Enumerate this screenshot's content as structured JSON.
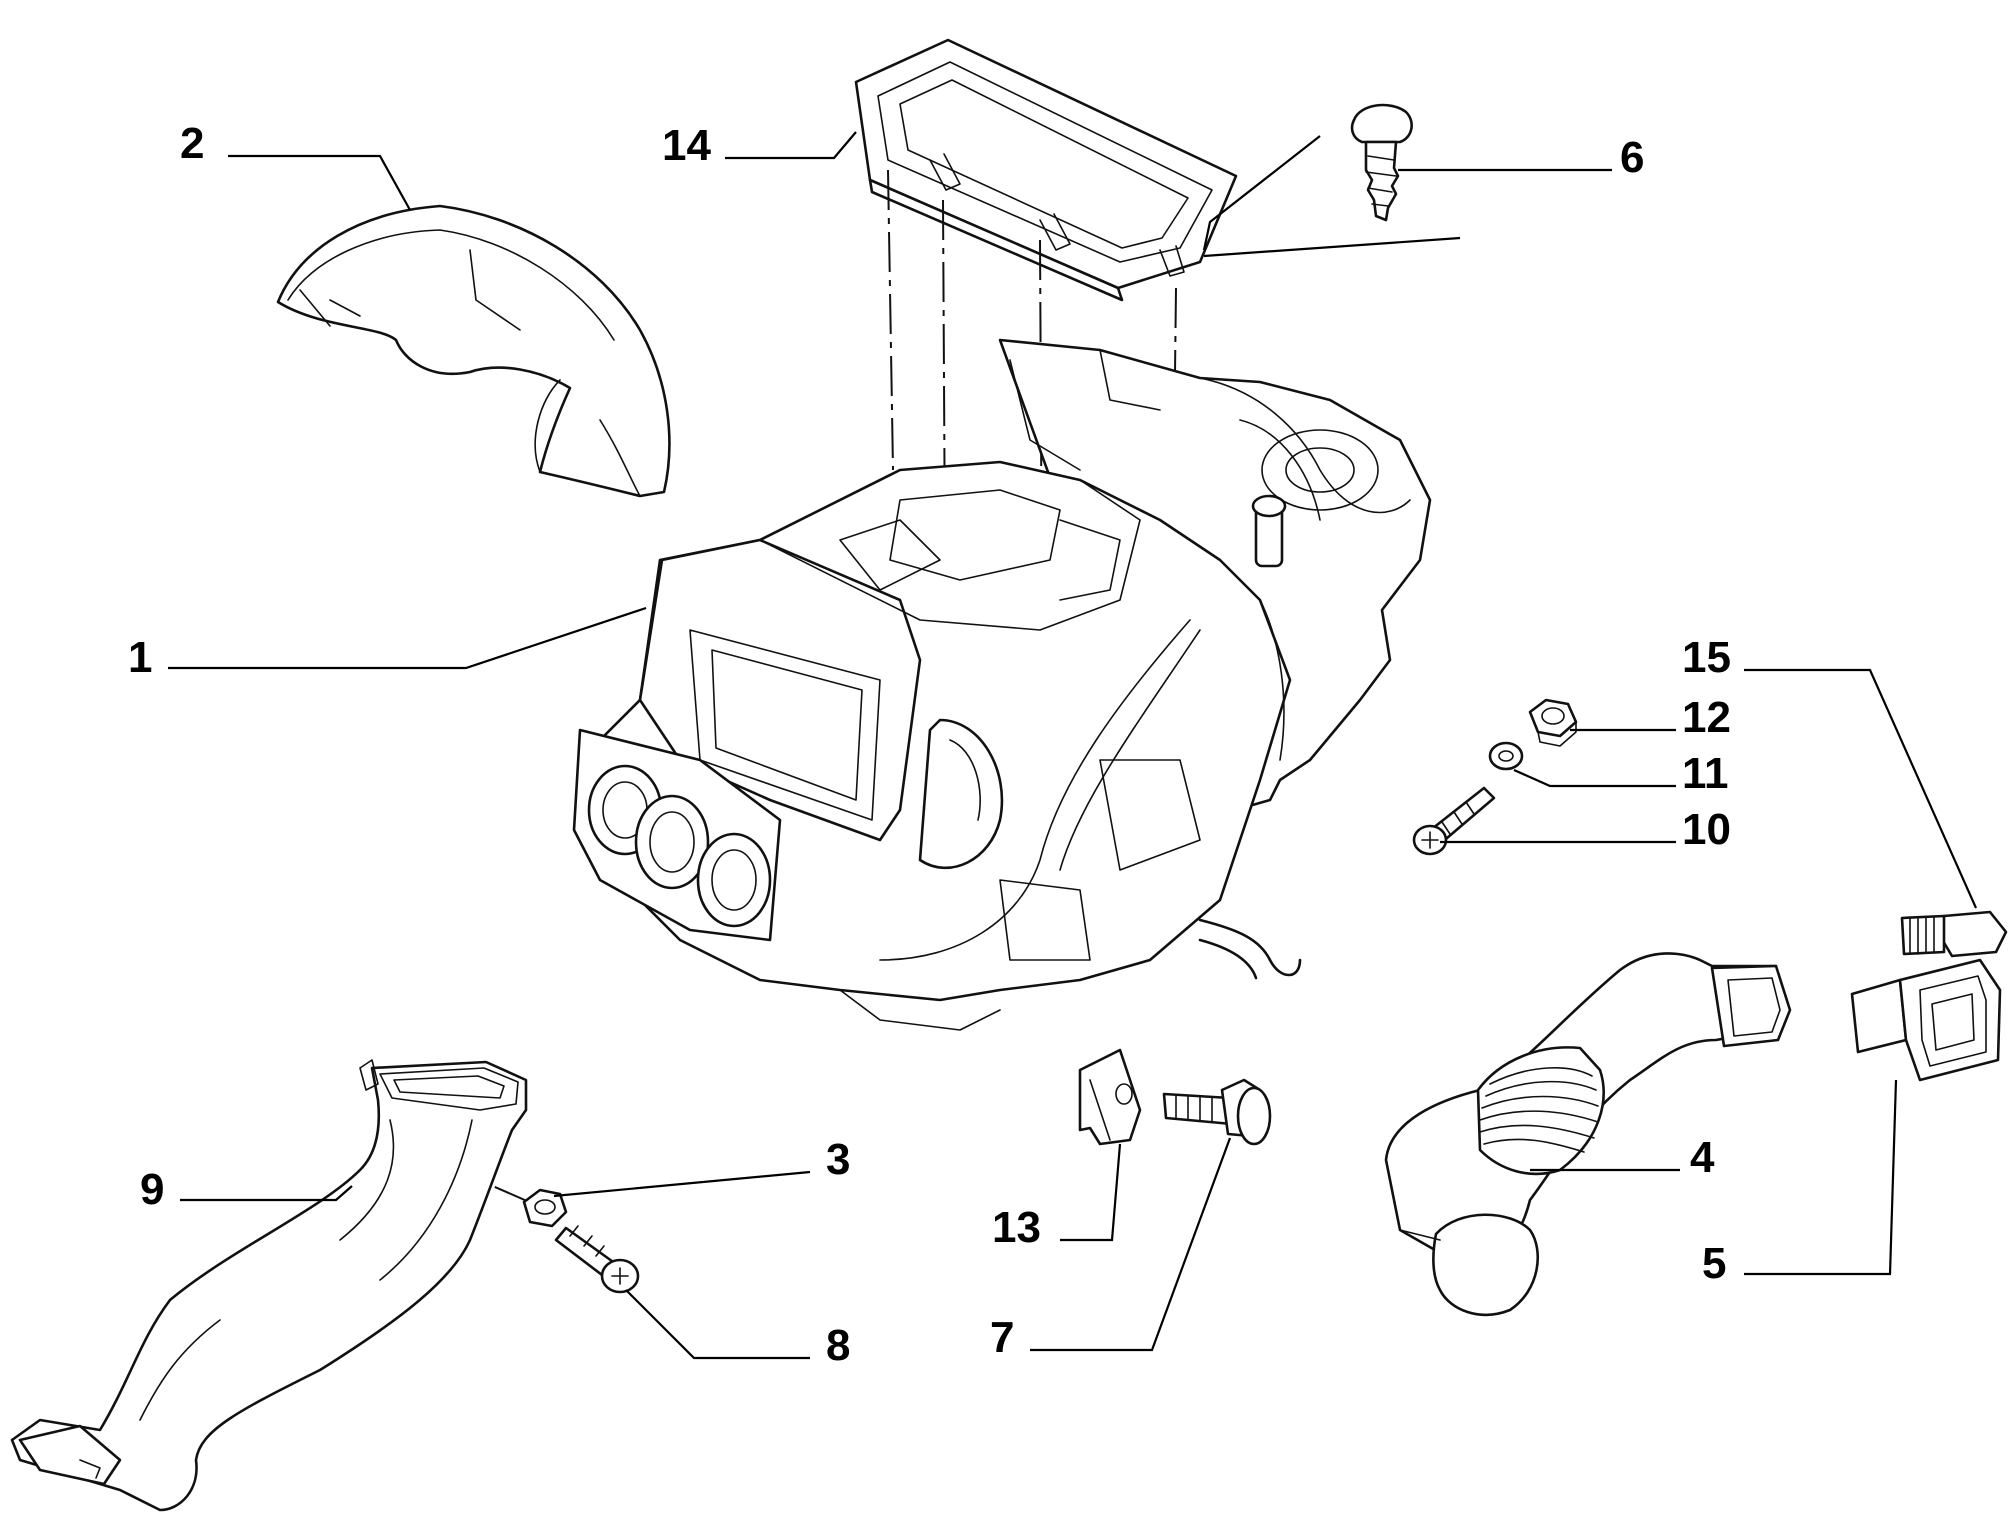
{
  "callouts": [
    {
      "id": "1",
      "label": "1"
    },
    {
      "id": "2",
      "label": "2"
    },
    {
      "id": "3",
      "label": "3"
    },
    {
      "id": "4",
      "label": "4"
    },
    {
      "id": "5",
      "label": "5"
    },
    {
      "id": "6",
      "label": "6"
    },
    {
      "id": "7",
      "label": "7"
    },
    {
      "id": "8",
      "label": "8"
    },
    {
      "id": "9",
      "label": "9"
    },
    {
      "id": "10",
      "label": "10"
    },
    {
      "id": "11",
      "label": "11"
    },
    {
      "id": "12",
      "label": "12"
    },
    {
      "id": "13",
      "label": "13"
    },
    {
      "id": "14",
      "label": "14"
    },
    {
      "id": "15",
      "label": "15"
    }
  ],
  "colors": {
    "line": "#111111",
    "background": "#ffffff",
    "shade": "#e9e9e9"
  }
}
